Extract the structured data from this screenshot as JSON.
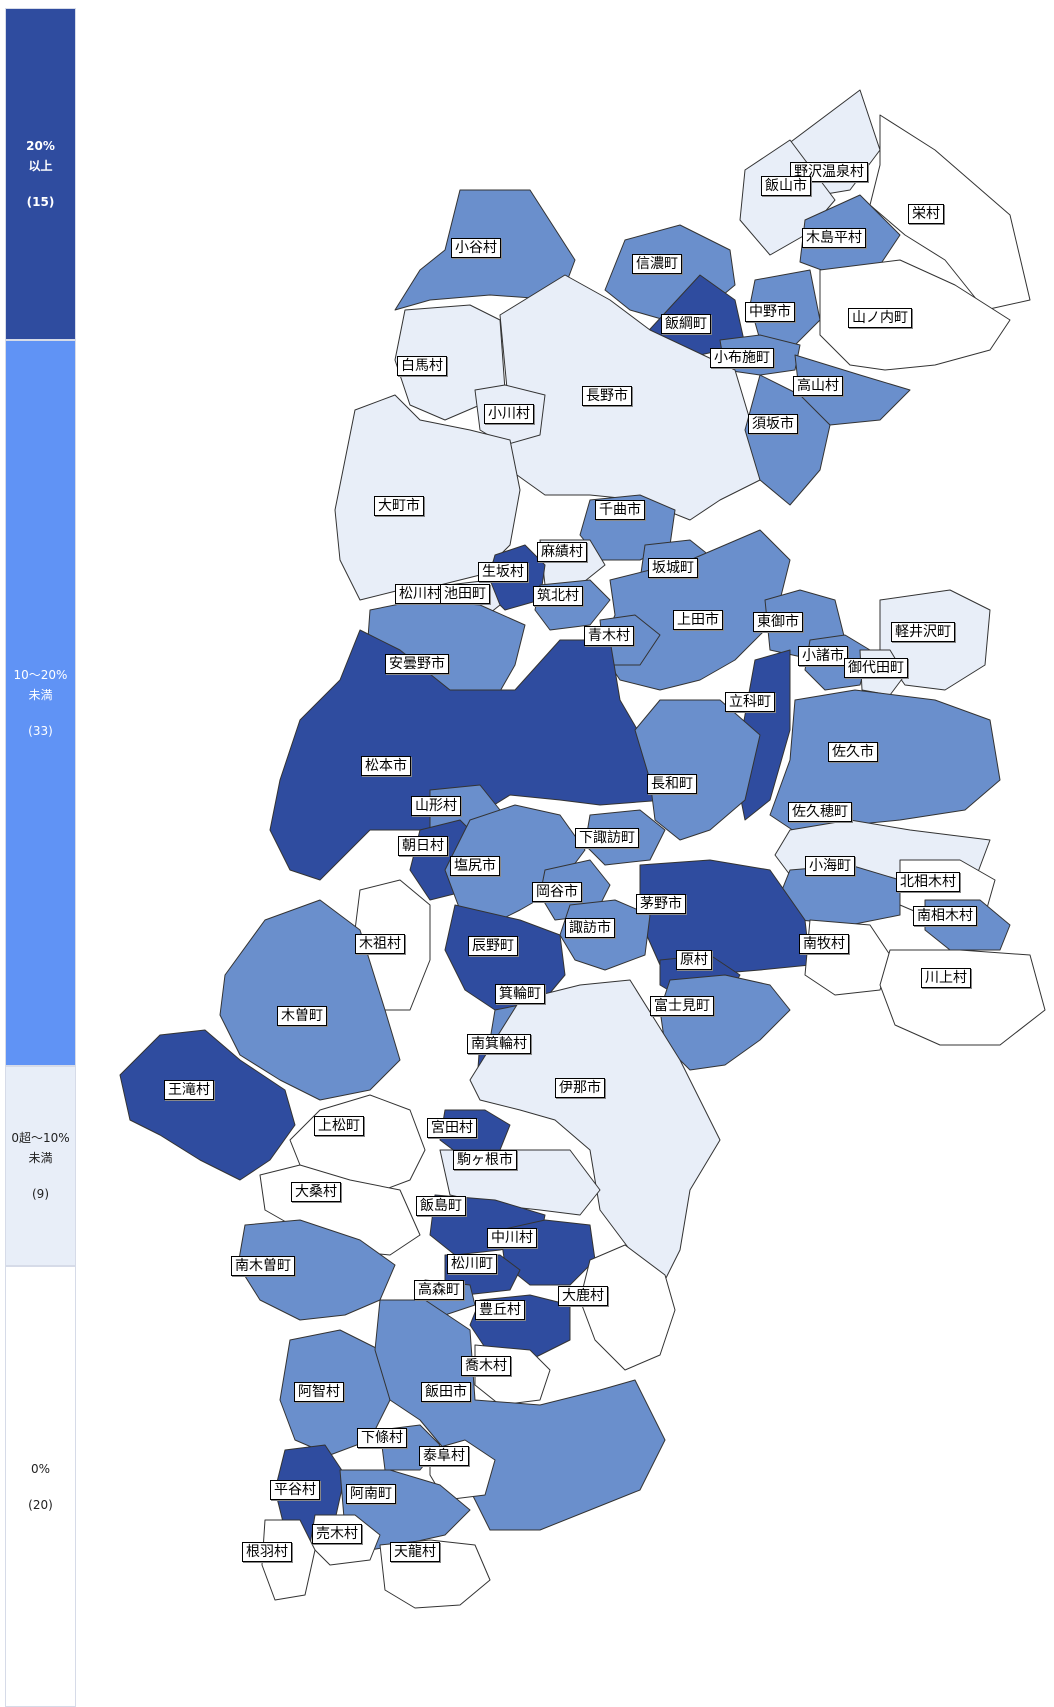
{
  "legend": [
    {
      "label": "20%\n以上",
      "count": "(15)",
      "color": "#2f4c9f"
    },
    {
      "label": "10〜20%\n未満",
      "count": "(33)",
      "color": "#6093f5"
    },
    {
      "label": "0超〜10%\n未満",
      "count": "(9)",
      "color": "#e8eef8"
    },
    {
      "label": "0%",
      "count": "(20)",
      "color": "#ffffff"
    }
  ],
  "colors": {
    "high": "#2f4c9f",
    "mid": "#6a8fcc",
    "low": "#e8eef8",
    "zero": "#ffffff",
    "border": "#333333"
  },
  "municipalities": [
    {
      "name": "野沢温泉村",
      "level": "low"
    },
    {
      "name": "飯山市",
      "level": "low"
    },
    {
      "name": "栄村",
      "level": "zero"
    },
    {
      "name": "木島平村",
      "level": "mid"
    },
    {
      "name": "小谷村",
      "level": "mid"
    },
    {
      "name": "信濃町",
      "level": "mid"
    },
    {
      "name": "飯綱町",
      "level": "high"
    },
    {
      "name": "中野市",
      "level": "mid"
    },
    {
      "name": "山ノ内町",
      "level": "zero"
    },
    {
      "name": "小布施町",
      "level": "mid"
    },
    {
      "name": "白馬村",
      "level": "low"
    },
    {
      "name": "高山村",
      "level": "mid"
    },
    {
      "name": "長野市",
      "level": "low"
    },
    {
      "name": "小川村",
      "level": "low"
    },
    {
      "name": "須坂市",
      "level": "mid"
    },
    {
      "name": "大町市",
      "level": "low"
    },
    {
      "name": "千曲市",
      "level": "mid"
    },
    {
      "name": "麻績村",
      "level": "low"
    },
    {
      "name": "生坂村",
      "level": "high"
    },
    {
      "name": "坂城町",
      "level": "mid"
    },
    {
      "name": "松川村",
      "level": "low"
    },
    {
      "name": "池田町",
      "level": "low"
    },
    {
      "name": "筑北村",
      "level": "mid"
    },
    {
      "name": "上田市",
      "level": "mid"
    },
    {
      "name": "東御市",
      "level": "mid"
    },
    {
      "name": "軽井沢町",
      "level": "low"
    },
    {
      "name": "青木村",
      "level": "mid"
    },
    {
      "name": "安曇野市",
      "level": "mid"
    },
    {
      "name": "小諸市",
      "level": "mid"
    },
    {
      "name": "御代田町",
      "level": "low"
    },
    {
      "name": "立科町",
      "level": "high"
    },
    {
      "name": "松本市",
      "level": "high"
    },
    {
      "name": "佐久市",
      "level": "mid"
    },
    {
      "name": "長和町",
      "level": "mid"
    },
    {
      "name": "山形村",
      "level": "mid"
    },
    {
      "name": "佐久穂町",
      "level": "low"
    },
    {
      "name": "下諏訪町",
      "level": "mid"
    },
    {
      "name": "朝日村",
      "level": "high"
    },
    {
      "name": "塩尻市",
      "level": "mid"
    },
    {
      "name": "小海町",
      "level": "mid"
    },
    {
      "name": "北相木村",
      "level": "zero"
    },
    {
      "name": "岡谷市",
      "level": "mid"
    },
    {
      "name": "茅野市",
      "level": "high"
    },
    {
      "name": "南相木村",
      "level": "mid"
    },
    {
      "name": "木祖村",
      "level": "zero"
    },
    {
      "name": "辰野町",
      "level": "high"
    },
    {
      "name": "諏訪市",
      "level": "mid"
    },
    {
      "name": "南牧村",
      "level": "zero"
    },
    {
      "name": "原村",
      "level": "high"
    },
    {
      "name": "川上村",
      "level": "zero"
    },
    {
      "name": "木曽町",
      "level": "mid"
    },
    {
      "name": "箕輪町",
      "level": "mid"
    },
    {
      "name": "富士見町",
      "level": "mid"
    },
    {
      "name": "南箕輪村",
      "level": "high"
    },
    {
      "name": "王滝村",
      "level": "high"
    },
    {
      "name": "伊那市",
      "level": "low"
    },
    {
      "name": "上松町",
      "level": "zero"
    },
    {
      "name": "宮田村",
      "level": "high"
    },
    {
      "name": "駒ヶ根市",
      "level": "low"
    },
    {
      "name": "大桑村",
      "level": "zero"
    },
    {
      "name": "飯島町",
      "level": "high"
    },
    {
      "name": "中川村",
      "level": "high"
    },
    {
      "name": "南木曽町",
      "level": "mid"
    },
    {
      "name": "松川町",
      "level": "high"
    },
    {
      "name": "高森町",
      "level": "mid"
    },
    {
      "name": "大鹿村",
      "level": "zero"
    },
    {
      "name": "豊丘村",
      "level": "high"
    },
    {
      "name": "喬木村",
      "level": "zero"
    },
    {
      "name": "阿智村",
      "level": "mid"
    },
    {
      "name": "飯田市",
      "level": "mid"
    },
    {
      "name": "下條村",
      "level": "mid"
    },
    {
      "name": "泰阜村",
      "level": "zero"
    },
    {
      "name": "平谷村",
      "level": "high"
    },
    {
      "name": "阿南町",
      "level": "mid"
    },
    {
      "name": "売木村",
      "level": "zero"
    },
    {
      "name": "根羽村",
      "level": "zero"
    },
    {
      "name": "天龍村",
      "level": "zero"
    }
  ]
}
